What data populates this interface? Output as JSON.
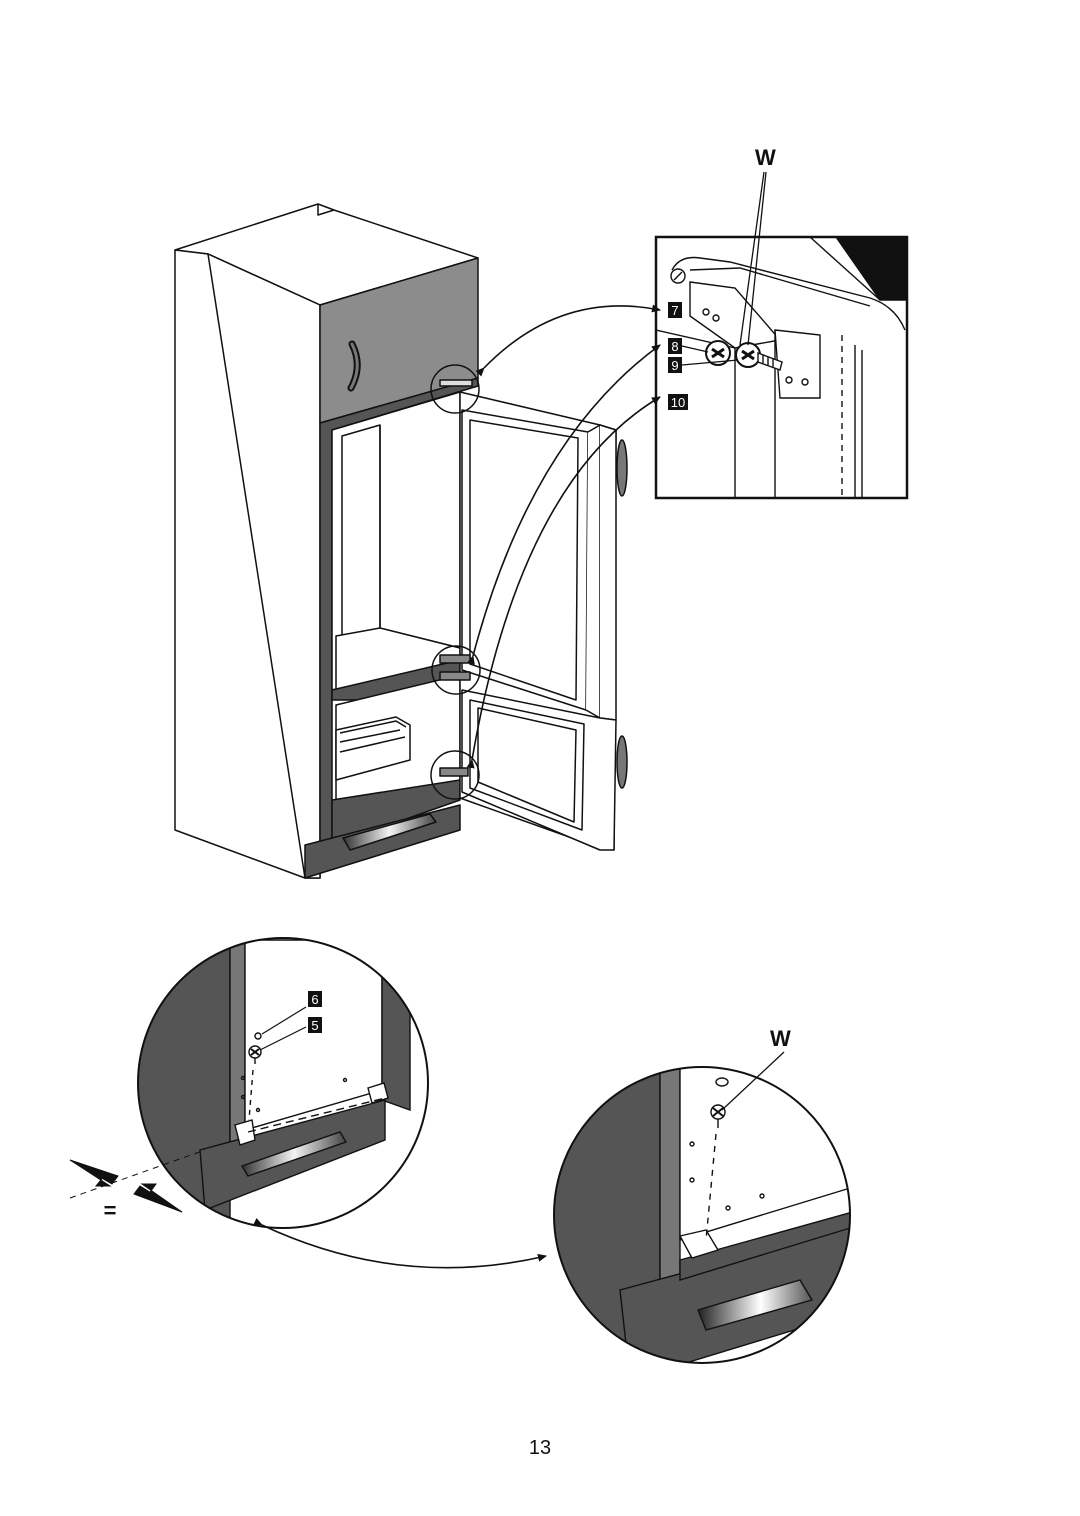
{
  "top_detail": {
    "w_label": "W",
    "callouts": [
      "7",
      "8",
      "9",
      "10"
    ]
  },
  "bottom_left_detail": {
    "callouts": [
      "6",
      "5"
    ],
    "equal_label": "="
  },
  "bottom_right_detail": {
    "w_label": "W"
  },
  "page_number": "13",
  "colors": {
    "panel_gray": "#8c8c8c",
    "dark_gray": "#555555",
    "line": "#111111",
    "badge": "#111111"
  }
}
